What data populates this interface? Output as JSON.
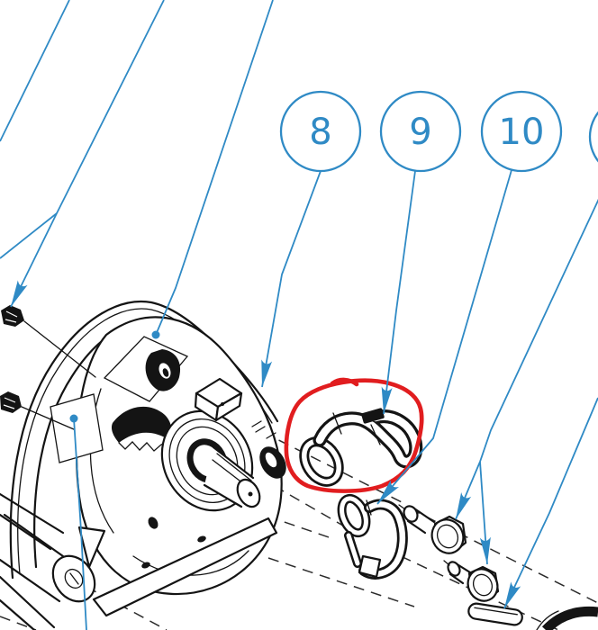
{
  "document": {
    "type": "exploded-parts-diagram",
    "view": "cropped detail of winch gear housing assembly",
    "background": "#ffffff"
  },
  "colors": {
    "callout_blue": "#2f8ac5",
    "annotation_red": "#e11d1f",
    "linework_black": "#141414"
  },
  "callouts": [
    {
      "number": "8"
    },
    {
      "number": "9"
    },
    {
      "number": "10"
    },
    {
      "number": "",
      "note": "balloon clipped at right image edge, number not visible"
    }
  ],
  "annotation": {
    "shape": "freehand-red-circle",
    "color": "#e11d1f",
    "highlights": "s-hook part targeted by callout 9"
  },
  "parts_visible": [
    "gear-housing-with-hub-and-shaft",
    "frame-rail-and-roller",
    "left-edge-hex-bolts",
    "s-hook-with-eye-ring",
    "keeper-ring-clip",
    "hex-bolt-with-washer-1",
    "hex-bolt-with-washer-2",
    "flat-key-plate",
    "black-ring-segment-corner"
  ]
}
